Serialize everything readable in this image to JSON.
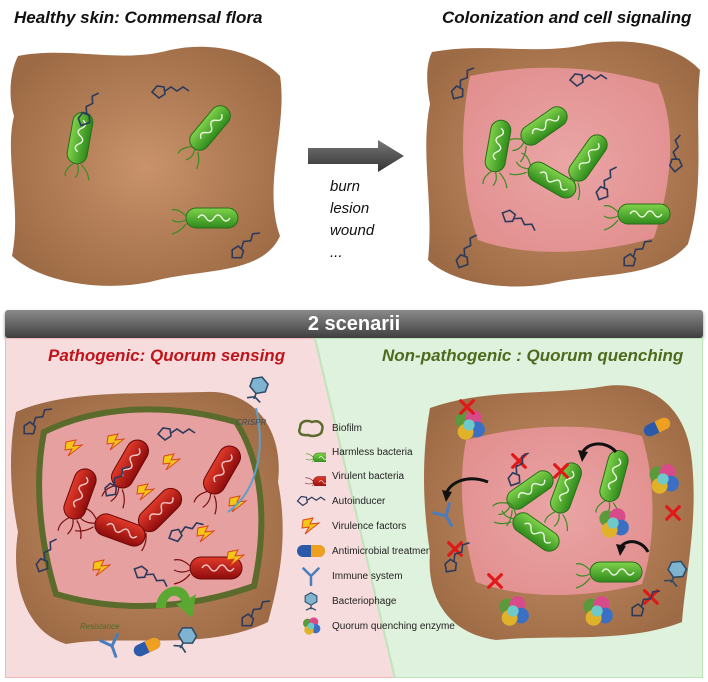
{
  "top": {
    "left_title": "Healthy skin: Commensal flora",
    "right_title": "Colonization and cell signaling",
    "steps": [
      "burn",
      "lesion",
      "wound",
      "..."
    ]
  },
  "banner": {
    "label": "2 scenarii"
  },
  "left_panel": {
    "title": "Pathogenic: Quorum sensing",
    "crispr_label": "CRISPR",
    "resistance_label": "Resistance"
  },
  "right_panel": {
    "title": "Non-pathogenic : Quorum quenching"
  },
  "legend": [
    {
      "icon": "biofilm-icon",
      "label": "Biofilm"
    },
    {
      "icon": "harmless-bacteria-icon",
      "label": "Harmless bacteria"
    },
    {
      "icon": "virulent-bacteria-icon",
      "label": "Virulent bacteria"
    },
    {
      "icon": "autoinducer-icon",
      "label": "Autoinducer"
    },
    {
      "icon": "virulence-factor-icon",
      "label": "Virulence factors"
    },
    {
      "icon": "antimicrobial-pill-icon",
      "label": "Antimicrobial treatment"
    },
    {
      "icon": "antibody-icon",
      "label": "Immune system"
    },
    {
      "icon": "bacteriophage-icon",
      "label": "Bacteriophage"
    },
    {
      "icon": "enzyme-icon",
      "label": "Quorum quenching enzyme"
    }
  ],
  "colors": {
    "skin": "#b0784d",
    "lesion": "#e9a0a0",
    "harmless": "#4fae2c",
    "virulent": "#c81414",
    "biofilm": "#5a6b2c",
    "panel_red": "#f6dcdc",
    "panel_green": "#dff2dd"
  }
}
